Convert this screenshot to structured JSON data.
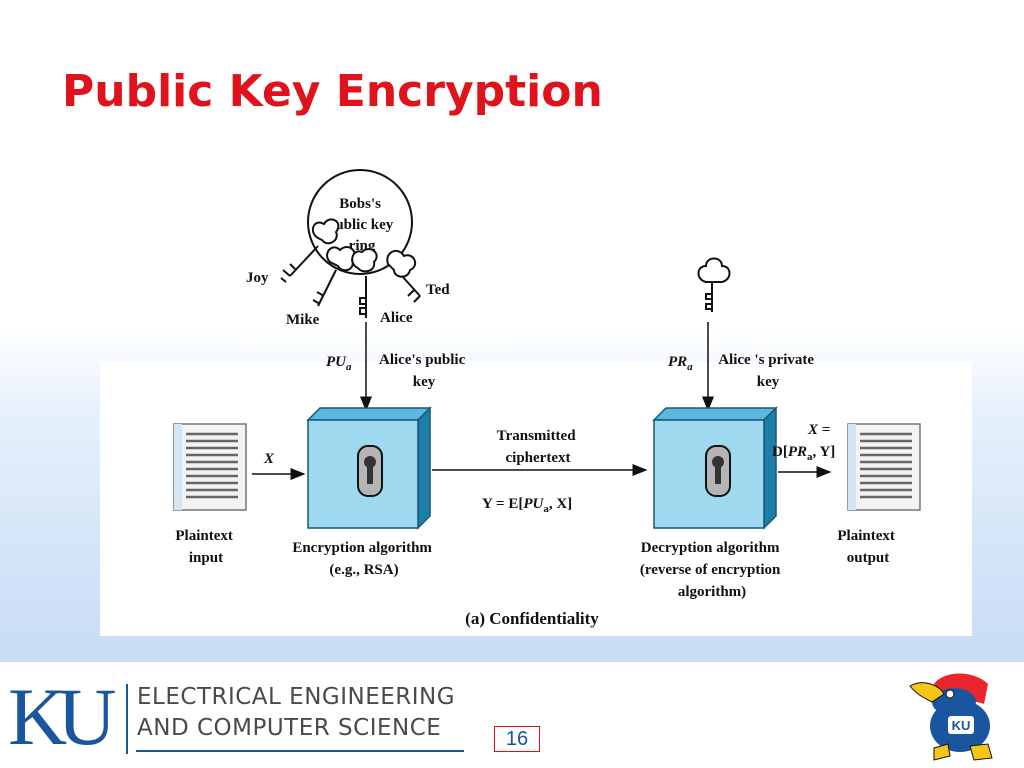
{
  "slide": {
    "title": "Public Key Encryption",
    "page_number": "16"
  },
  "diagram": {
    "key_ring": {
      "label": [
        "Bobs's",
        "public key",
        "ring"
      ],
      "keys": [
        "Joy",
        "Mike",
        "Alice",
        "Ted"
      ]
    },
    "public_key": {
      "symbol": "PU",
      "sub": "a",
      "label": [
        "Alice's public",
        "key"
      ]
    },
    "private_key": {
      "symbol": "PR",
      "sub": "a",
      "label": [
        "Alice 's private",
        "key"
      ]
    },
    "input_arrow_label": "X",
    "plaintext_input": [
      "Plaintext",
      "input"
    ],
    "encryption": [
      "Encryption algorithm",
      "(e.g., RSA)"
    ],
    "transmitted": [
      "Transmitted",
      "ciphertext"
    ],
    "cipher_formula": {
      "prefix": "Y = E[",
      "symbol": "PU",
      "sub": "a",
      "suffix": ", X]"
    },
    "decryption": [
      "Decryption algorithm",
      "(reverse of encryption",
      "algorithm)"
    ],
    "output_formula": {
      "line1": "X =",
      "prefix": "D[",
      "symbol": "PR",
      "sub": "a",
      "suffix": ", Y]"
    },
    "plaintext_output": [
      "Plaintext",
      "output"
    ],
    "caption": "(a) Confidentiality"
  },
  "footer": {
    "logo_text": "KU",
    "dept_line1": "ELECTRICAL ENGINEERING",
    "dept_line2": "AND COMPUTER SCIENCE",
    "mascot_badge": "KU"
  },
  "colors": {
    "title": "#e0121b",
    "box_front": "#9fd9ef",
    "box_side": "#1d7fa8",
    "ku_blue": "#1a56a0"
  }
}
